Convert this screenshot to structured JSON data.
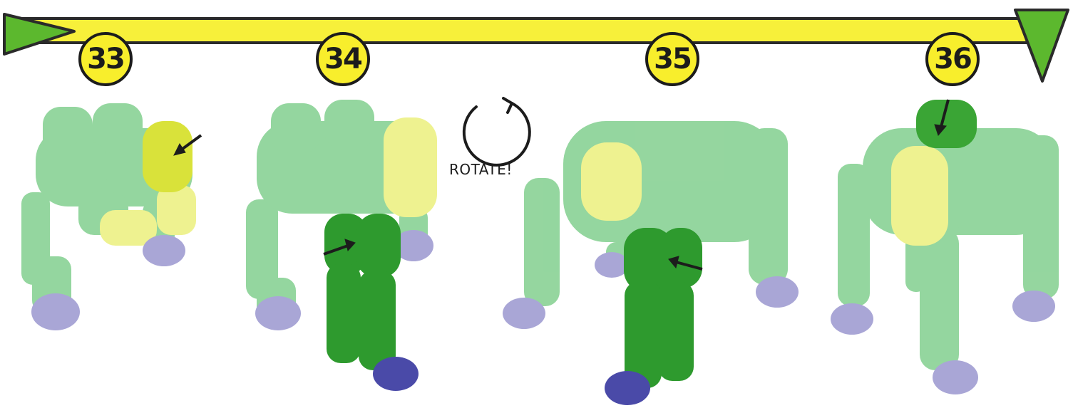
{
  "steps": [
    {
      "number": "33"
    },
    {
      "number": "34"
    },
    {
      "number": "35"
    },
    {
      "number": "36"
    }
  ],
  "rotate_label": "ROTATE!",
  "colors": {
    "timeline_fill": "#f7f03a",
    "timeline_outline": "#2a2a2a",
    "arrow_green": "#5cb82e",
    "badge_fill": "#f8ee2c",
    "faded_green": "#8fd49a",
    "highlight_yellow": "#d9e23a",
    "faded_yellow": "#eef290",
    "dark_green": "#2e9a2e",
    "purple_foot": "#4a4aa8",
    "faded_purple": "#a9a6d6"
  }
}
